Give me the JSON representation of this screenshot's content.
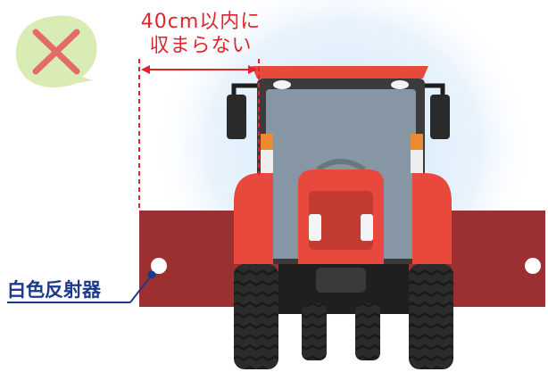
{
  "annotation": {
    "warning_line1": "40cm以内に",
    "warning_line2": "収まらない",
    "reflector_label": "白色反射器"
  },
  "icons": {
    "status": "cross-mark-icon",
    "reflector": "reflector-dot-icon"
  },
  "colors": {
    "cross": "#e56a6a",
    "badge": "#d8ecb4",
    "warning_text": "#e0242d",
    "arrow": "#e0242d",
    "label_text": "#1d3a8a",
    "implement": "#9c2f2f",
    "tractor_body": "#e8493c",
    "glow": "#cfe6f8"
  }
}
